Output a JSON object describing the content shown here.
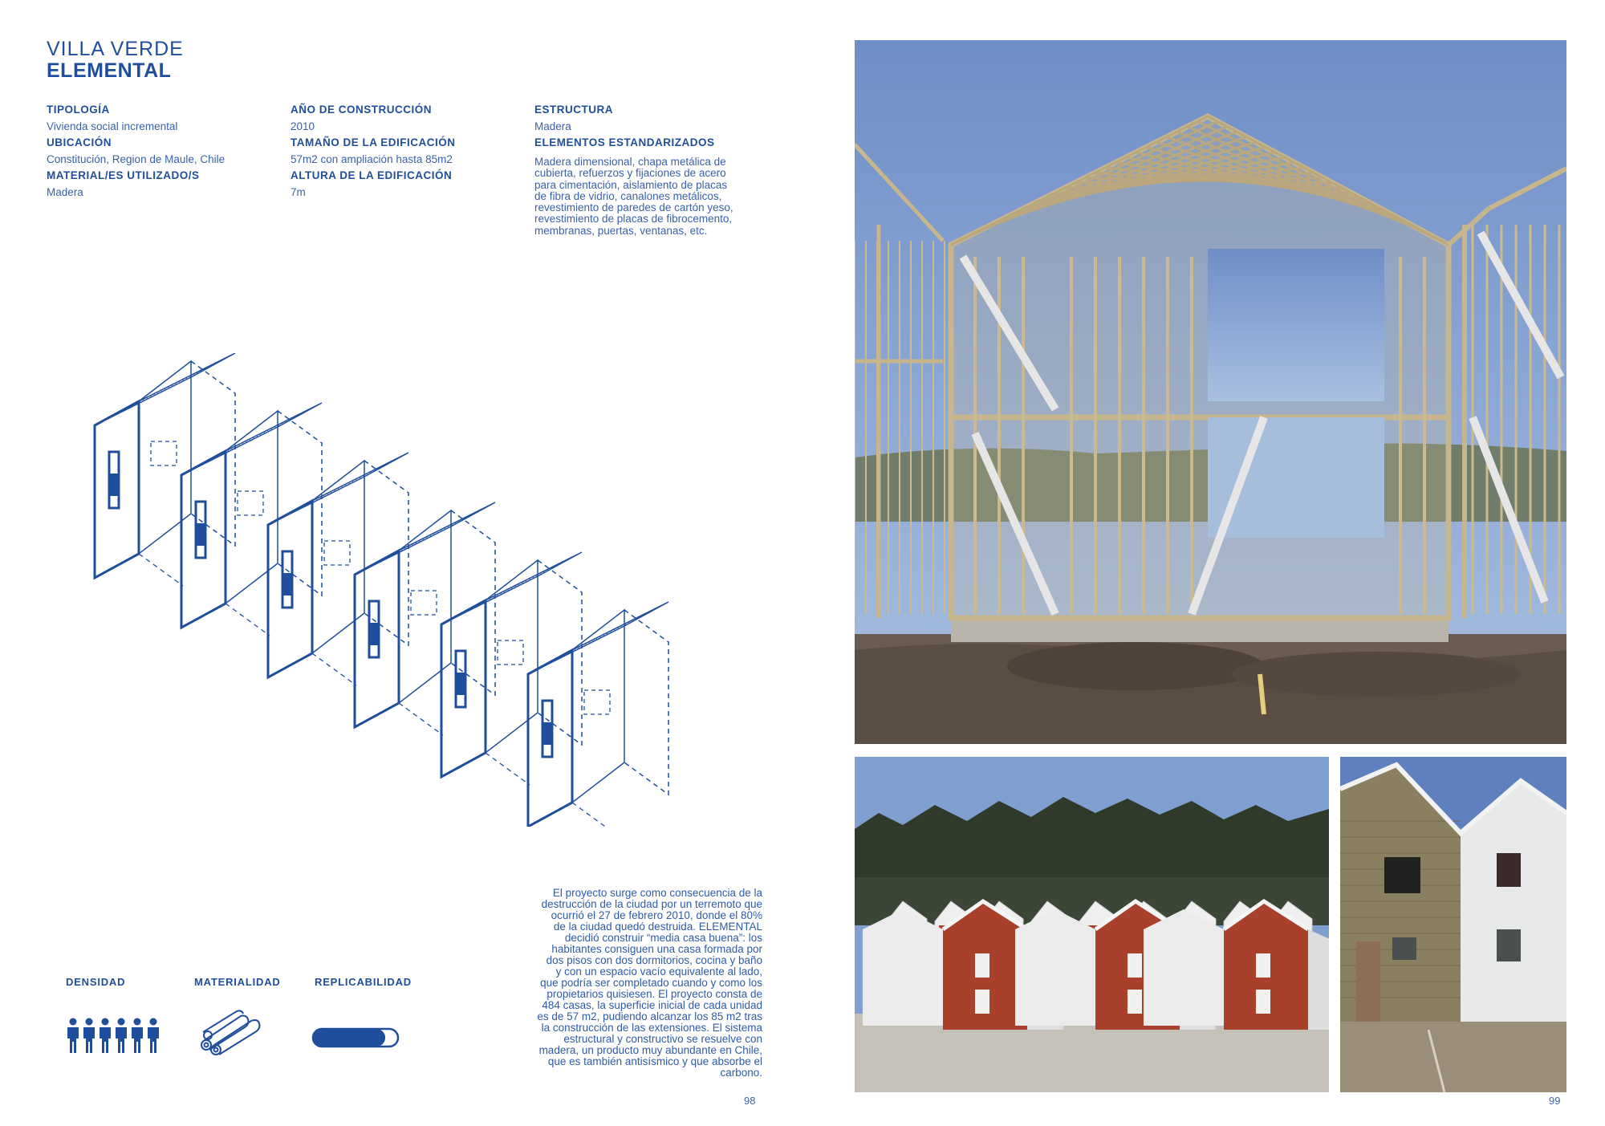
{
  "header": {
    "title_line1": "VILLA VERDE",
    "title_line2": "ELEMENTAL"
  },
  "info": {
    "col1": [
      {
        "label": "TIPOLOGÍA",
        "value": "Vivienda social incremental"
      },
      {
        "label": "UBICACIÓN",
        "value": "Constitución, Region de Maule, Chile"
      },
      {
        "label": "MATERIAL/ES UTILIZADO/S",
        "value": "Madera"
      }
    ],
    "col2": [
      {
        "label": "AÑO DE CONSTRUCCIÓN",
        "value": "2010"
      },
      {
        "label": "TAMAÑO DE LA EDIFICACIÓN",
        "value": "57m2 con ampliación hasta 85m2"
      },
      {
        "label": "ALTURA DE LA EDIFICACIÓN",
        "value": "7m"
      }
    ],
    "col3": {
      "estructura_label": "ESTRUCTURA",
      "estructura_value": "Madera",
      "elementos_label": "ELEMENTOS ESTANDARIZADOS",
      "elementos_lines": [
        "Madera dimensional, chapa metálica de",
        "cubierta, refuerzos y fijaciones de acero",
        "para cimentación, aislamiento de placas",
        "de fibra de vidrio, canalones metálicos,",
        "revestimiento de paredes de cartón yeso,",
        "revestimiento de placas de fibrocemento,",
        "membranas, puertas, ventanas, etc."
      ]
    }
  },
  "description_lines": [
    "El proyecto surge como consecuencia de la",
    "destrucción de la ciudad por un terremoto que",
    "ocurrió el 27 de febrero 2010, donde el 80%",
    "de la ciudad quedó destruida. ELEMENTAL",
    "decidió construir “media casa buena”: los",
    "habitantes consiguen una casa formada por",
    "dos pisos con dos dormitorios, cocina y baño",
    "y con un espacio vacío equivalente al lado,",
    "que podría ser completado cuando y como los",
    "propietarios quisiesen. El proyecto consta de",
    "484 casas, la superficie inicial de cada unidad",
    "es de 57 m2, pudiendo alcanzar los 85 m2 tras",
    "la construcción de las extensiones. El sistema",
    "estructural y constructivo se resuelve con",
    "madera, un producto muy abundante en Chile,",
    "que es también antisísmico y que absorbe el",
    "carbono."
  ],
  "indicators": {
    "densidad": {
      "label": "DENSIDAD",
      "count": 6
    },
    "materialidad": {
      "label": "MATERIALIDAD"
    },
    "replicabilidad": {
      "label": "REPLICABILIDAD",
      "level": 0.85
    }
  },
  "pages": {
    "left": "98",
    "right": "99"
  },
  "colors": {
    "accent": "#1f4e9c",
    "sky": "#6f8fc6",
    "wood": "#c9b48c",
    "red_facade": "#a8402c"
  }
}
